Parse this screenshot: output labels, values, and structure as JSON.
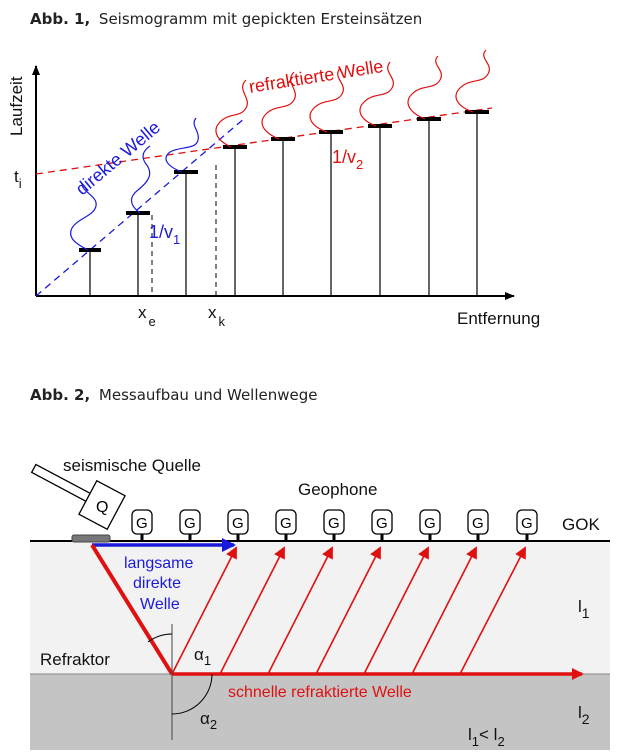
{
  "fig1": {
    "caption_bold": "Abb. 1,",
    "caption_text": "Seismogramm mit gepickten Ersteinsätzen",
    "y_axis_label": "Laufzeit",
    "x_axis_label": "Entfernung",
    "ti_main": "t",
    "ti_sub": "i",
    "xe_main": "x",
    "xe_sub": "e",
    "xk_main": "x",
    "xk_sub": "k",
    "direct_wave_label": "direkte Welle",
    "refracted_wave_label": "refraktierte Welle",
    "slope1_main": "1/v",
    "slope1_sub": "1",
    "slope2_main": "1/v",
    "slope2_sub": "2",
    "colors": {
      "direct": "#1a1adb",
      "refracted": "#e01010",
      "axis": "#000000"
    }
  },
  "fig2": {
    "caption_bold": "Abb. 2,",
    "caption_text": "Messaufbau und Wellenwege",
    "source_label": "seismische Quelle",
    "hammer_letter": "Q",
    "geophones_label": "Geophone",
    "geophone_letter": "G",
    "gok_label": "GOK",
    "direct_l1": "langsame",
    "direct_l2": "direkte",
    "direct_l3": "Welle",
    "refractor_label": "Refraktor",
    "refracted_label": "schnelle refraktierte Welle",
    "alpha1_main": "α",
    "alpha1_sub": "1",
    "alpha2_main": "α",
    "alpha2_sub": "2",
    "l1_main": "l",
    "l1_sub": "1",
    "l2_main": "l",
    "l2_sub": "2",
    "relation_a": "l",
    "relation_a_sub": "1",
    "relation_op": "< l",
    "relation_b_sub": "2",
    "colors": {
      "layer1": "#f2f2f2",
      "layer2": "#c4c4c4",
      "ray": "#e01010",
      "direct": "#1a1adb"
    }
  }
}
